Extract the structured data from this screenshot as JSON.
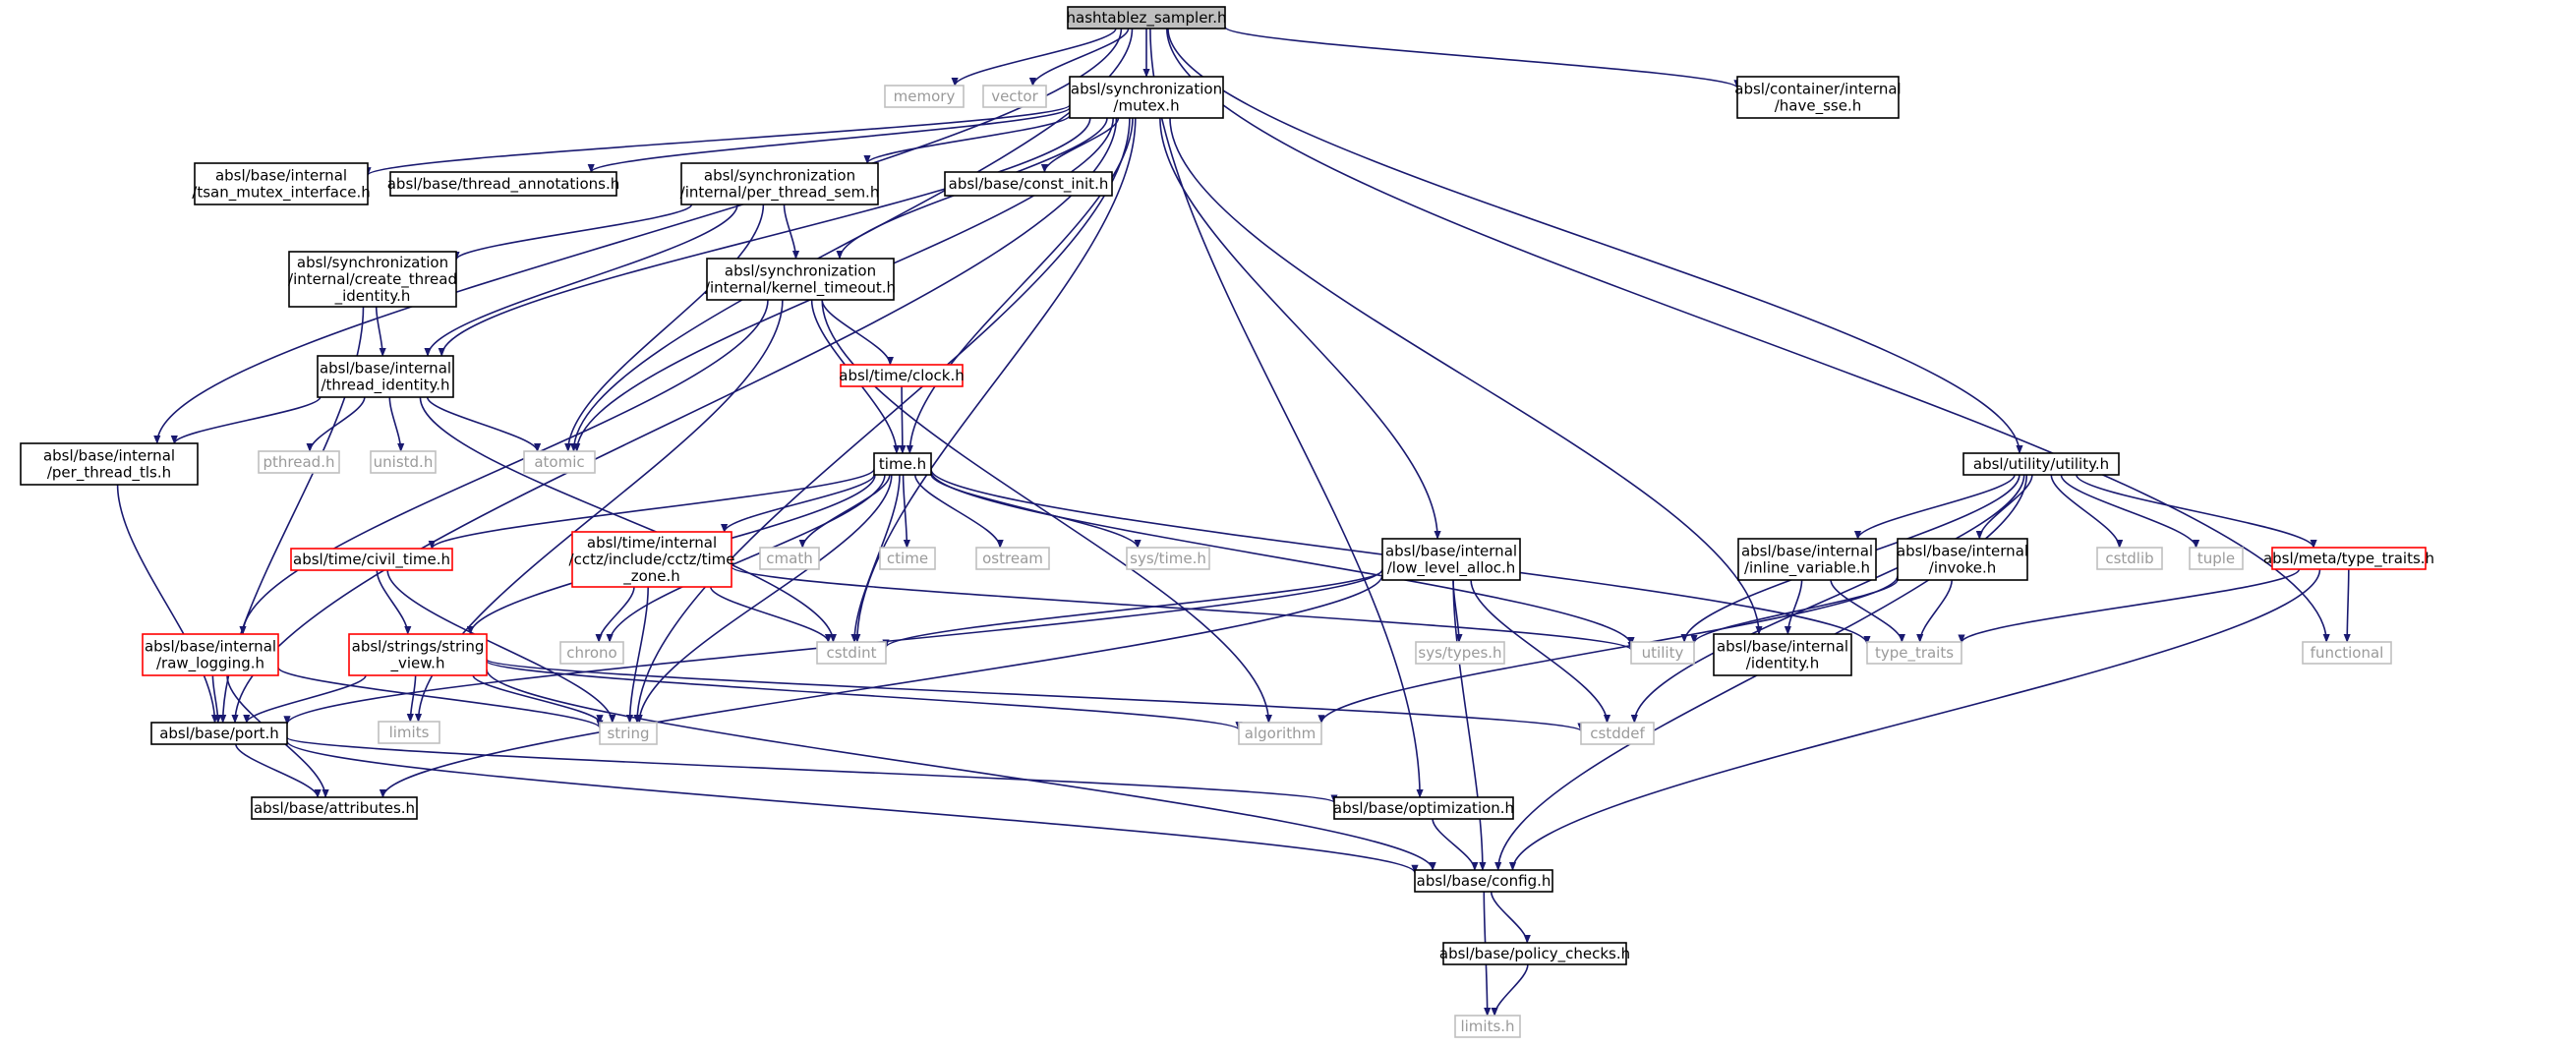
{
  "graph": {
    "colors": {
      "edge": "#191970",
      "root_fill": "#bfbfbf",
      "node_stroke": "#000000",
      "missing_stroke": "#ff0000",
      "system_stroke": "#bfbfbf",
      "system_text": "#9a9a9a",
      "background": "#ffffff"
    },
    "nodes": [
      {
        "id": "root",
        "label": "hashtablez_sampler.h",
        "kind": "root"
      },
      {
        "id": "memory",
        "label": "memory",
        "kind": "system"
      },
      {
        "id": "vector",
        "label": "vector",
        "kind": "system"
      },
      {
        "id": "mutex",
        "label": "absl/synchronization\n/mutex.h",
        "kind": "file"
      },
      {
        "id": "have_sse",
        "label": "absl/container/internal\n/have_sse.h",
        "kind": "file"
      },
      {
        "id": "tsan",
        "label": "absl/base/internal\n/tsan_mutex_interface.h",
        "kind": "file"
      },
      {
        "id": "thread_annotations",
        "label": "absl/base/thread_annotations.h",
        "kind": "file"
      },
      {
        "id": "per_thread_sem",
        "label": "absl/synchronization\n/internal/per_thread_sem.h",
        "kind": "file"
      },
      {
        "id": "const_init",
        "label": "absl/base/const_init.h",
        "kind": "file"
      },
      {
        "id": "create_thread_identity",
        "label": "absl/synchronization\n/internal/create_thread\n_identity.h",
        "kind": "file"
      },
      {
        "id": "kernel_timeout",
        "label": "absl/synchronization\n/internal/kernel_timeout.h",
        "kind": "file"
      },
      {
        "id": "clock",
        "label": "absl/time/clock.h",
        "kind": "missing"
      },
      {
        "id": "thread_identity",
        "label": "absl/base/internal\n/thread_identity.h",
        "kind": "file"
      },
      {
        "id": "per_thread_tls",
        "label": "absl/base/internal\n/per_thread_tls.h",
        "kind": "file"
      },
      {
        "id": "pthread",
        "label": "pthread.h",
        "kind": "system"
      },
      {
        "id": "unistd",
        "label": "unistd.h",
        "kind": "system"
      },
      {
        "id": "atomic",
        "label": "atomic",
        "kind": "system"
      },
      {
        "id": "time",
        "label": "time.h",
        "kind": "file"
      },
      {
        "id": "utility_h",
        "label": "absl/utility/utility.h",
        "kind": "file"
      },
      {
        "id": "civil_time",
        "label": "absl/time/civil_time.h",
        "kind": "missing"
      },
      {
        "id": "time_zone",
        "label": "absl/time/internal\n/cctz/include/cctz/time\n_zone.h",
        "kind": "missing"
      },
      {
        "id": "cmath",
        "label": "cmath",
        "kind": "system"
      },
      {
        "id": "ctime",
        "label": "ctime",
        "kind": "system"
      },
      {
        "id": "ostream",
        "label": "ostream",
        "kind": "system"
      },
      {
        "id": "systime",
        "label": "sys/time.h",
        "kind": "system"
      },
      {
        "id": "low_level_alloc",
        "label": "absl/base/internal\n/low_level_alloc.h",
        "kind": "file"
      },
      {
        "id": "inline_variable",
        "label": "absl/base/internal\n/inline_variable.h",
        "kind": "file"
      },
      {
        "id": "invoke",
        "label": "absl/base/internal\n/invoke.h",
        "kind": "file"
      },
      {
        "id": "cstdlib",
        "label": "cstdlib",
        "kind": "system"
      },
      {
        "id": "tuple",
        "label": "tuple",
        "kind": "system"
      },
      {
        "id": "meta_type_traits",
        "label": "absl/meta/type_traits.h",
        "kind": "missing"
      },
      {
        "id": "raw_logging",
        "label": "absl/base/internal\n/raw_logging.h",
        "kind": "missing"
      },
      {
        "id": "string_view",
        "label": "absl/strings/string\n_view.h",
        "kind": "missing"
      },
      {
        "id": "chrono",
        "label": "chrono",
        "kind": "system"
      },
      {
        "id": "cstdint",
        "label": "cstdint",
        "kind": "system"
      },
      {
        "id": "systypes",
        "label": "sys/types.h",
        "kind": "system"
      },
      {
        "id": "utility",
        "label": "utility",
        "kind": "system"
      },
      {
        "id": "identity",
        "label": "absl/base/internal\n/identity.h",
        "kind": "file"
      },
      {
        "id": "type_traits",
        "label": "type_traits",
        "kind": "system"
      },
      {
        "id": "functional",
        "label": "functional",
        "kind": "system"
      },
      {
        "id": "port",
        "label": "absl/base/port.h",
        "kind": "file"
      },
      {
        "id": "limits",
        "label": "limits",
        "kind": "system"
      },
      {
        "id": "string",
        "label": "string",
        "kind": "system"
      },
      {
        "id": "algorithm",
        "label": "algorithm",
        "kind": "system"
      },
      {
        "id": "cstddef",
        "label": "cstddef",
        "kind": "system"
      },
      {
        "id": "attributes",
        "label": "absl/base/attributes.h",
        "kind": "file"
      },
      {
        "id": "optimization",
        "label": "absl/base/optimization.h",
        "kind": "file"
      },
      {
        "id": "config",
        "label": "absl/base/config.h",
        "kind": "file"
      },
      {
        "id": "policy_checks",
        "label": "absl/base/policy_checks.h",
        "kind": "file"
      },
      {
        "id": "limits_h",
        "label": "limits.h",
        "kind": "system"
      }
    ],
    "edges": [
      [
        "root",
        "memory"
      ],
      [
        "root",
        "vector"
      ],
      [
        "root",
        "mutex"
      ],
      [
        "root",
        "have_sse"
      ],
      [
        "root",
        "per_thread_tls"
      ],
      [
        "root",
        "atomic"
      ],
      [
        "root",
        "utility_h"
      ],
      [
        "root",
        "optimization"
      ],
      [
        "root",
        "functional"
      ],
      [
        "mutex",
        "tsan"
      ],
      [
        "mutex",
        "thread_annotations"
      ],
      [
        "mutex",
        "per_thread_sem"
      ],
      [
        "mutex",
        "const_init"
      ],
      [
        "mutex",
        "kernel_timeout"
      ],
      [
        "mutex",
        "thread_identity"
      ],
      [
        "mutex",
        "atomic"
      ],
      [
        "mutex",
        "time"
      ],
      [
        "mutex",
        "low_level_alloc"
      ],
      [
        "mutex",
        "identity"
      ],
      [
        "mutex",
        "port"
      ],
      [
        "mutex",
        "cstdint"
      ],
      [
        "mutex",
        "string"
      ],
      [
        "per_thread_sem",
        "create_thread_identity"
      ],
      [
        "per_thread_sem",
        "thread_identity"
      ],
      [
        "per_thread_sem",
        "kernel_timeout"
      ],
      [
        "per_thread_sem",
        "atomic"
      ],
      [
        "create_thread_identity",
        "thread_identity"
      ],
      [
        "create_thread_identity",
        "port"
      ],
      [
        "thread_identity",
        "per_thread_tls"
      ],
      [
        "thread_identity",
        "pthread"
      ],
      [
        "thread_identity",
        "unistd"
      ],
      [
        "thread_identity",
        "atomic"
      ],
      [
        "thread_identity",
        "cstdint"
      ],
      [
        "per_thread_tls",
        "port"
      ],
      [
        "kernel_timeout",
        "clock"
      ],
      [
        "kernel_timeout",
        "time"
      ],
      [
        "kernel_timeout",
        "raw_logging"
      ],
      [
        "kernel_timeout",
        "algorithm"
      ],
      [
        "kernel_timeout",
        "limits"
      ],
      [
        "clock",
        "time"
      ],
      [
        "time",
        "civil_time"
      ],
      [
        "time",
        "time_zone"
      ],
      [
        "time",
        "cmath"
      ],
      [
        "time",
        "ctime"
      ],
      [
        "time",
        "ostream"
      ],
      [
        "time",
        "systime"
      ],
      [
        "time",
        "string_view"
      ],
      [
        "time",
        "chrono"
      ],
      [
        "time",
        "cstdint"
      ],
      [
        "time",
        "string"
      ],
      [
        "time",
        "utility"
      ],
      [
        "time",
        "type_traits"
      ],
      [
        "civil_time",
        "string_view"
      ],
      [
        "civil_time",
        "string"
      ],
      [
        "time_zone",
        "chrono"
      ],
      [
        "time_zone",
        "cstdint"
      ],
      [
        "time_zone",
        "string"
      ],
      [
        "time_zone",
        "utility"
      ],
      [
        "low_level_alloc",
        "cstdint"
      ],
      [
        "low_level_alloc",
        "systypes"
      ],
      [
        "low_level_alloc",
        "cstddef"
      ],
      [
        "low_level_alloc",
        "port"
      ],
      [
        "low_level_alloc",
        "attributes"
      ],
      [
        "low_level_alloc",
        "config"
      ],
      [
        "utility_h",
        "utility"
      ],
      [
        "utility_h",
        "inline_variable"
      ],
      [
        "utility_h",
        "invoke"
      ],
      [
        "utility_h",
        "cstdlib"
      ],
      [
        "utility_h",
        "tuple"
      ],
      [
        "utility_h",
        "meta_type_traits"
      ],
      [
        "utility_h",
        "config"
      ],
      [
        "utility_h",
        "cstddef"
      ],
      [
        "inline_variable",
        "identity"
      ],
      [
        "inline_variable",
        "type_traits"
      ],
      [
        "invoke",
        "utility"
      ],
      [
        "invoke",
        "type_traits"
      ],
      [
        "invoke",
        "algorithm"
      ],
      [
        "meta_type_traits",
        "type_traits"
      ],
      [
        "meta_type_traits",
        "functional"
      ],
      [
        "meta_type_traits",
        "config"
      ],
      [
        "raw_logging",
        "port"
      ],
      [
        "raw_logging",
        "attributes"
      ],
      [
        "raw_logging",
        "string"
      ],
      [
        "string_view",
        "limits"
      ],
      [
        "string_view",
        "string"
      ],
      [
        "string_view",
        "port"
      ],
      [
        "string_view",
        "algorithm"
      ],
      [
        "string_view",
        "cstddef"
      ],
      [
        "string_view",
        "config"
      ],
      [
        "port",
        "attributes"
      ],
      [
        "port",
        "optimization"
      ],
      [
        "port",
        "config"
      ],
      [
        "optimization",
        "config"
      ],
      [
        "config",
        "policy_checks"
      ],
      [
        "config",
        "limits_h"
      ],
      [
        "policy_checks",
        "limits_h"
      ]
    ]
  }
}
